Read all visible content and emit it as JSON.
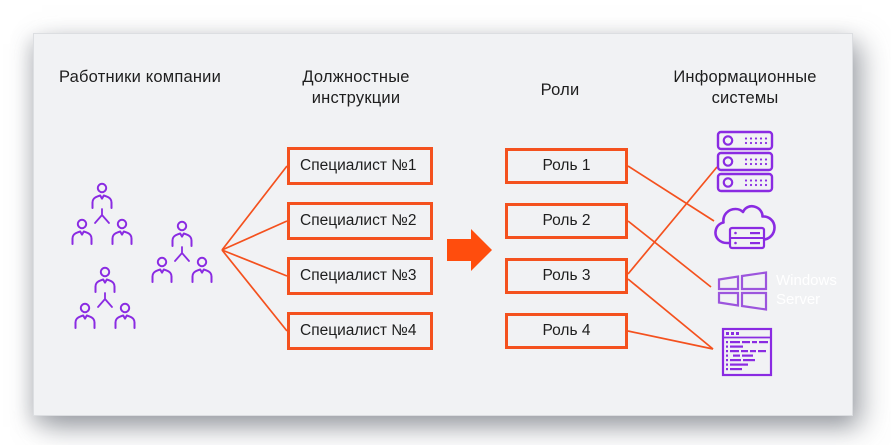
{
  "diagram": {
    "employees": {
      "title": "Работники компании"
    },
    "job_descriptions": {
      "title": "Должностные инструкции",
      "items": [
        "Специалист №1",
        "Специалист №2",
        "Специалист №3",
        "Специалист №4"
      ]
    },
    "roles": {
      "title": "Роли",
      "items": [
        "Роль 1",
        "Роль 2",
        "Роль 3",
        "Роль 4"
      ]
    },
    "systems": {
      "title": "Информационные системы",
      "windows_label": "Windows Server",
      "icons": [
        "server-rack",
        "cloud-server",
        "windows-logo",
        "code-window"
      ]
    },
    "connections": [
      {
        "from": "Роль 1",
        "to": "cloud-server"
      },
      {
        "from": "Роль 2",
        "to": "windows-logo"
      },
      {
        "from": "Роль 3",
        "to": "server-rack"
      },
      {
        "from": "Роль 3",
        "to": "code-window"
      },
      {
        "from": "Роль 4",
        "to": "code-window"
      }
    ],
    "team_count": 3
  },
  "colors": {
    "orange": "#F4511E",
    "arrow_orange": "#FF4D0D",
    "purple": "#8A2BE2",
    "windows_purple": "#9C55DD",
    "text_dark": "#1E1E1E",
    "card_bg": "#F1F2F4",
    "page_bg": "#FFFFFF",
    "windows_text": "#FFFFFF"
  }
}
